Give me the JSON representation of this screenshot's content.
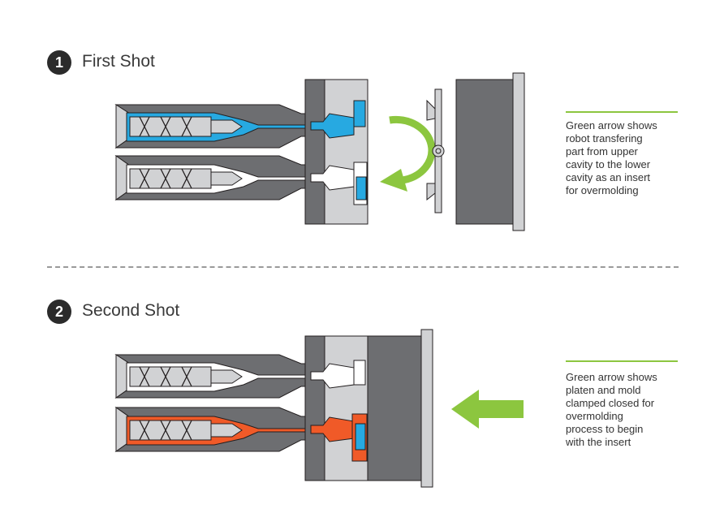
{
  "steps": [
    {
      "number": "1",
      "title": "First Shot",
      "note_lines": [
        "Green arrow shows",
        "robot transfering",
        "part from upper",
        "cavity to the lower",
        "cavity as an insert",
        "for overmolding"
      ]
    },
    {
      "number": "2",
      "title": "Second Shot",
      "note_lines": [
        "Green arrow shows",
        "platen and mold",
        "clamped closed for",
        "overmolding",
        "process to begin",
        "with the insert"
      ]
    }
  ],
  "colors": {
    "dark_gray": "#6d6e71",
    "light_gray": "#d1d2d4",
    "material_blue": "#27a9e1",
    "material_orange": "#f05a28",
    "arrow_green": "#8cc63f",
    "outline": "#231f20"
  }
}
